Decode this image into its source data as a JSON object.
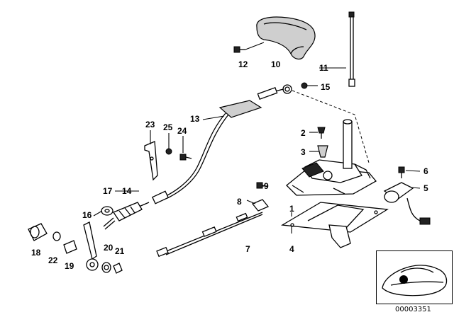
{
  "diagram": {
    "callouts": {
      "c1": "1",
      "c2": "2",
      "c3": "3",
      "c4": "4",
      "c5": "5",
      "c6": "6",
      "c7": "7",
      "c8": "8",
      "c9": "9",
      "c10": "10",
      "c11": "11",
      "c12": "12",
      "c13": "13",
      "c14": "14",
      "c15": "15",
      "c16": "16",
      "c17": "17",
      "c18": "18",
      "c19": "19",
      "c20": "20",
      "c21": "21",
      "c22": "22",
      "c23": "23",
      "c24": "24",
      "c25": "25"
    },
    "diagram_id": "00003351"
  }
}
